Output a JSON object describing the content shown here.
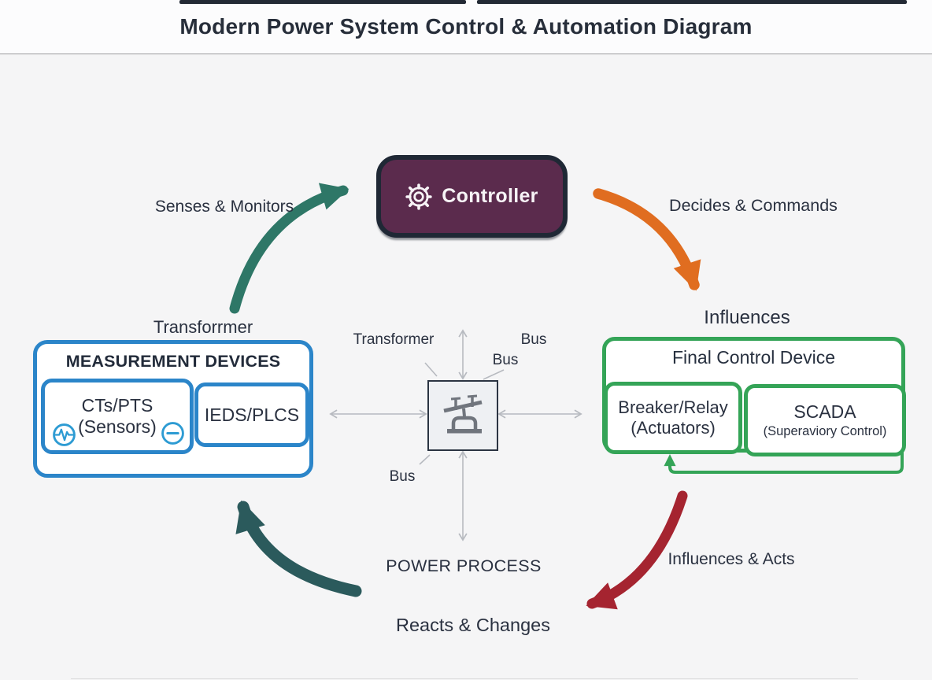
{
  "title": "Modern Power System Control & Automation Diagram",
  "nodes": {
    "controller": {
      "label": "Controller",
      "icon": "gear-icon"
    },
    "measurement": {
      "caption": "Transforrmer",
      "title": "MEASUREMENT DEVICES",
      "sensors": {
        "line1": "CTs/PTS",
        "line2": "(Sensors)",
        "icons": [
          "waveform-icon",
          "minus-icon"
        ]
      },
      "ieds": {
        "label": "IEDS/PLCS"
      }
    },
    "final_control": {
      "caption": "Influences",
      "title": "Final Control Device",
      "breaker": {
        "line1": "Breaker/Relay",
        "line2": "(Actuators)"
      },
      "scada": {
        "line1": "SCADA",
        "line2": "(Superaviory Control)"
      }
    },
    "process": {
      "symbol": "transformer-icon",
      "label": "POWER PROCESS",
      "ticks": {
        "transformer": "Transformer",
        "bus_top": "Bus",
        "bus_right": "Bus",
        "bus_bottom": "Bus"
      }
    }
  },
  "flow_labels": {
    "senses": "Senses & Monitors",
    "decides": "Decides & Commands",
    "influences_acts": "Influences & Acts",
    "reacts": "Reacts & Changes"
  },
  "colors": {
    "teal": "#2E7767",
    "dark_teal": "#2B5A5C",
    "orange": "#E06D20",
    "red": "#A52430",
    "green": "#34A457",
    "blue": "#2B85C9",
    "light_blue": "#2D9BD3",
    "plum": "#5B2B4D",
    "navy": "#1F2835",
    "ink": "#2A3140",
    "gray_arrow": "#B7BAC0",
    "icon_gray": "#70757D"
  }
}
